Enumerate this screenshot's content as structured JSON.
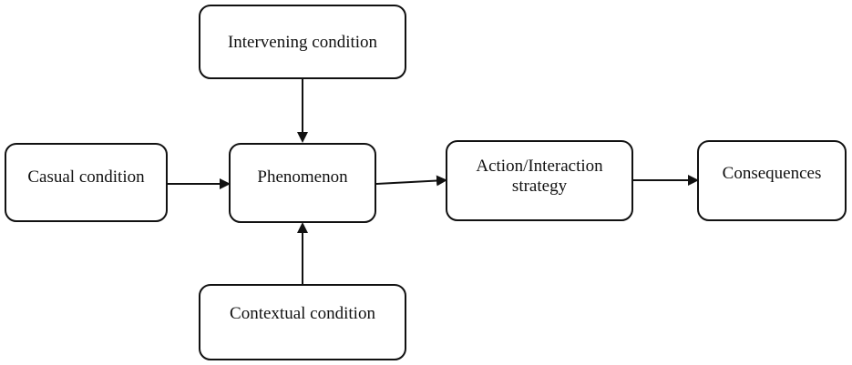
{
  "diagram": {
    "nodes": {
      "intervening": "Intervening condition",
      "casual": "Casual condition",
      "phenomenon": "Phenomenon",
      "action_line1": "Action/Interaction",
      "action_line2": "strategy",
      "consequences": "Consequences",
      "contextual": "Contextual condition"
    },
    "edges": [
      {
        "from": "intervening",
        "to": "phenomenon"
      },
      {
        "from": "casual",
        "to": "phenomenon"
      },
      {
        "from": "contextual",
        "to": "phenomenon"
      },
      {
        "from": "phenomenon",
        "to": "action"
      },
      {
        "from": "action",
        "to": "consequences"
      }
    ],
    "colors": {
      "stroke": "#111111",
      "background": "#ffffff"
    }
  }
}
